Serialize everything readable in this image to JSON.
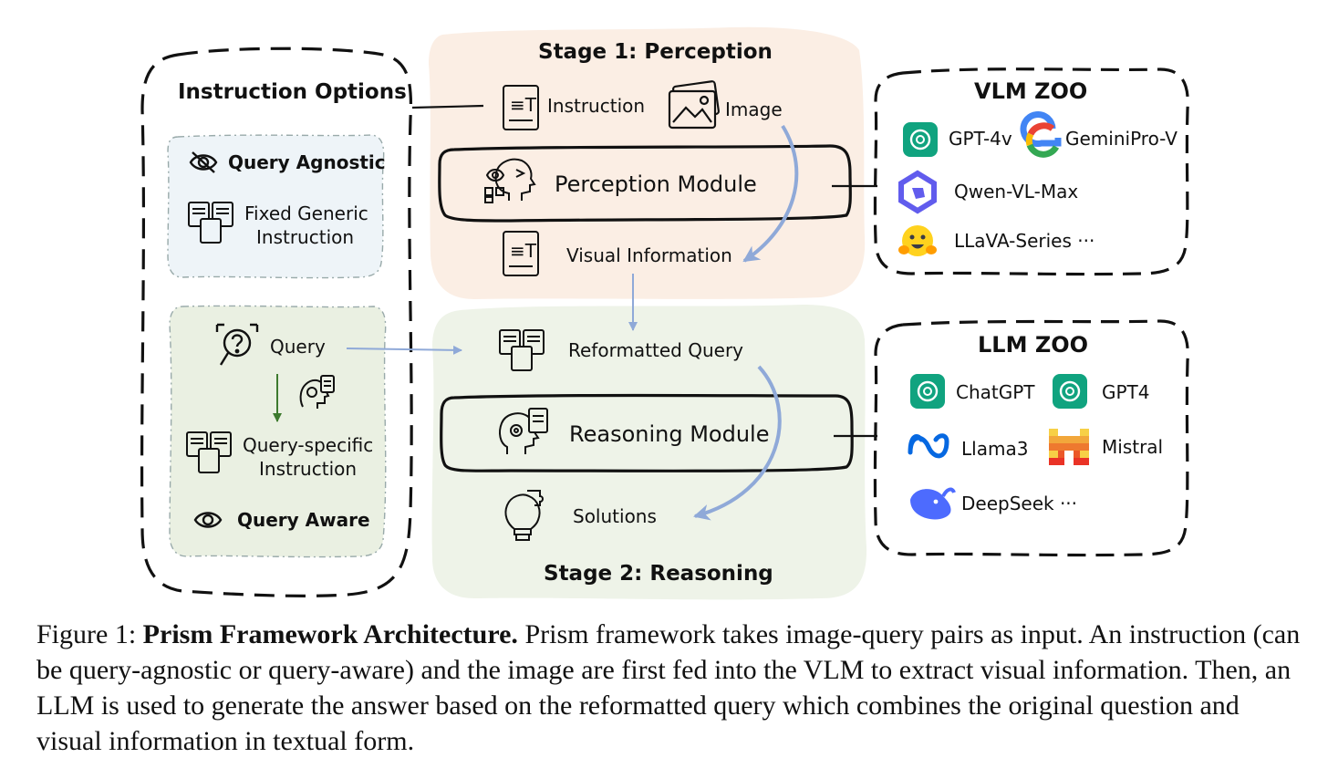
{
  "instruction_options": {
    "title": "Instruction Options",
    "agnostic": {
      "label": "Query Agnostic",
      "fixed_instruction_line1": "Fixed Generic",
      "fixed_instruction_line2": "Instruction"
    },
    "aware": {
      "query_label": "Query",
      "specific_line1": "Query-specific",
      "specific_line2": "Instruction",
      "label": "Query Aware"
    }
  },
  "stage1": {
    "title": "Stage 1: Perception",
    "instruction_label": "Instruction",
    "image_label": "Image",
    "module_label": "Perception Module",
    "output_label": "Visual Information"
  },
  "stage2": {
    "title": "Stage 2: Reasoning",
    "input_label": "Reformatted Query",
    "module_label": "Reasoning Module",
    "output_label": "Solutions"
  },
  "vlm_zoo": {
    "title": "VLM ZOO",
    "items": [
      "GPT-4v",
      "GeminiPro-V",
      "Qwen-VL-Max",
      "LLaVA-Series ···"
    ]
  },
  "llm_zoo": {
    "title": "LLM ZOO",
    "items": [
      "ChatGPT",
      "GPT4",
      "Llama3",
      "Mistral",
      "DeepSeek ···"
    ]
  },
  "caption": {
    "prefix": "Figure 1: ",
    "bold": "Prism Framework Architecture.",
    "body": " Prism framework takes image-query pairs as input. An instruction (can be query-agnostic or query-aware) and the image are first fed into the VLM to extract visual information. Then, an LLM is used to generate the answer based on the reformatted query which combines the original question and visual information in textual form."
  },
  "colors": {
    "stage1_bg": "#fbeee4",
    "stage2_bg": "#eef3e8",
    "agnostic_bg": "#eef4f8",
    "aware_bg": "#eaf0e2",
    "arrow_blue": "#8fa9d8",
    "arrow_green": "#3d7a2e",
    "openai_green": "#10a37f"
  }
}
